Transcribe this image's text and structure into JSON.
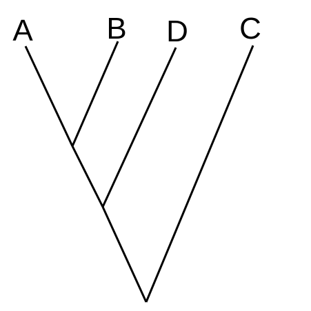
{
  "tree": {
    "newick": "(((A,B),D),C);",
    "taxa": [
      {
        "id": "A",
        "label": "A"
      },
      {
        "id": "B",
        "label": "B"
      },
      {
        "id": "D",
        "label": "D"
      },
      {
        "id": "C",
        "label": "C"
      }
    ],
    "line_color": "#000000",
    "background": "#ffffff"
  }
}
